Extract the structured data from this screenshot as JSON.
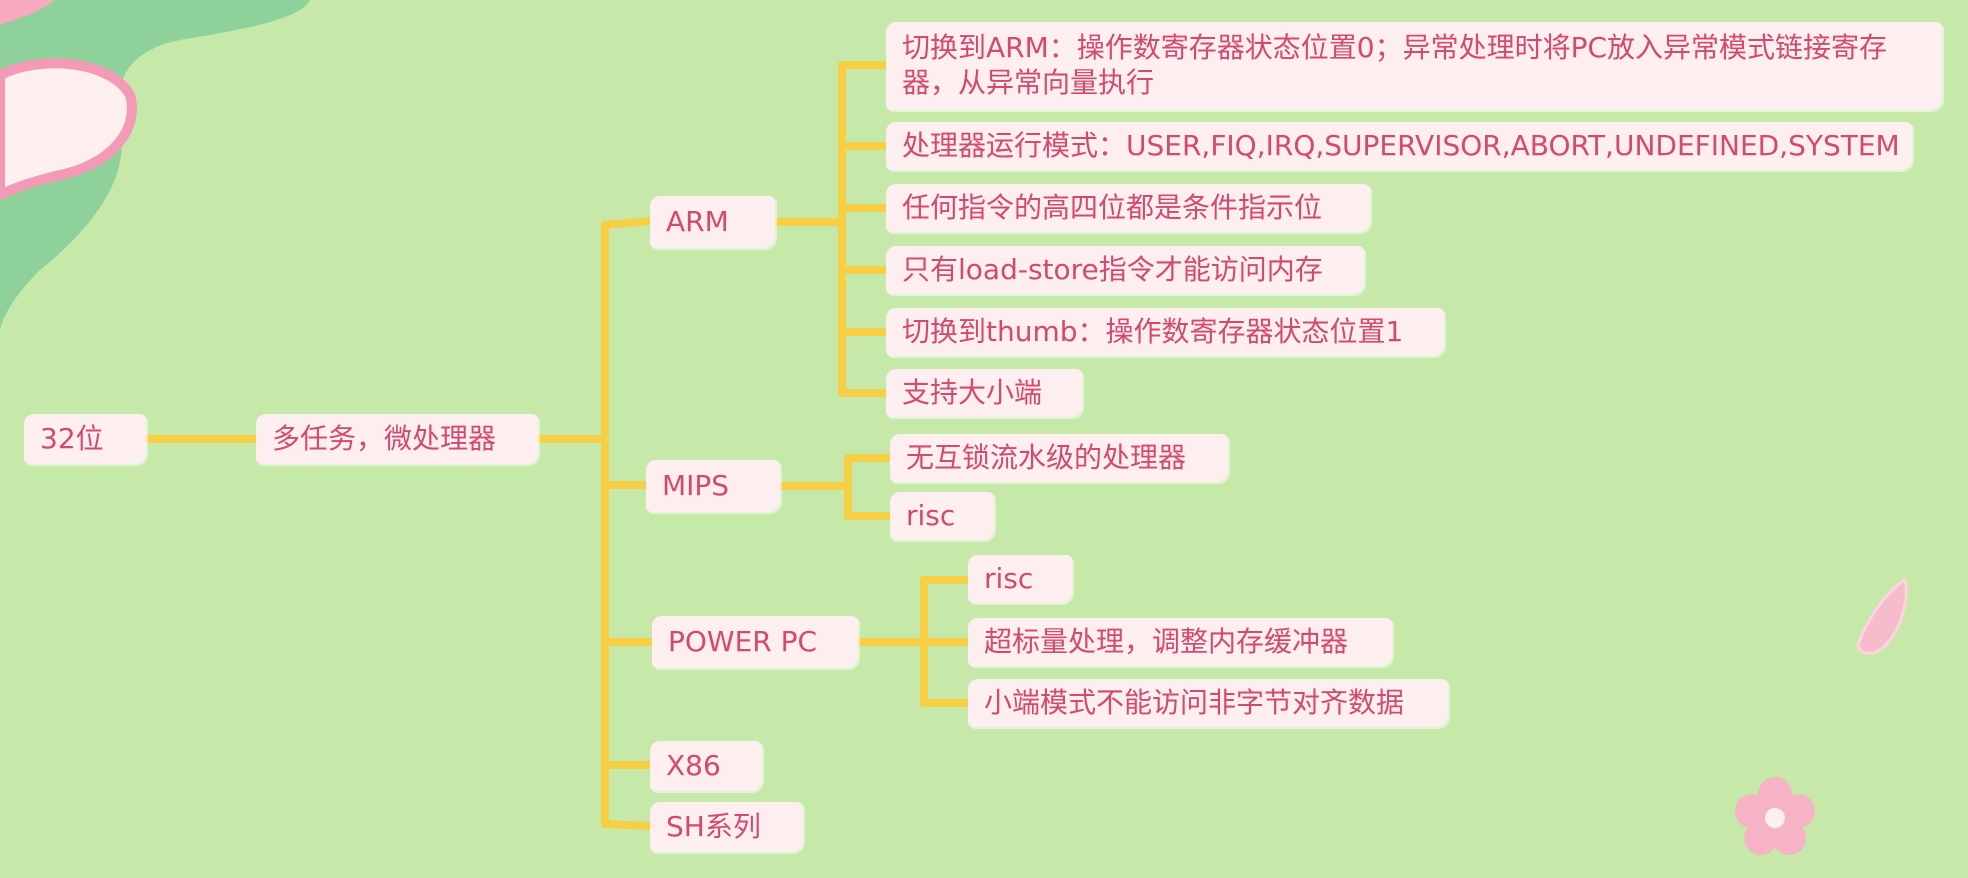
{
  "mindmap": {
    "root": "32位",
    "hub": "多任务，微处理器",
    "branches": [
      {
        "label": "ARM",
        "children": [
          "切换到ARM：操作数寄存器状态位置0；异常处理时将PC放入异常模式链接寄存器，从异常向量执行",
          "处理器运行模式：USER,FIQ,IRQ,SUPERVISOR,ABORT,UNDEFINED,SYSTEM",
          "任何指令的高四位都是条件指示位",
          "只有load-store指令才能访问内存",
          "切换到thumb：操作数寄存器状态位置1",
          "支持大小端"
        ]
      },
      {
        "label": "MIPS",
        "children": [
          "无互锁流水级的处理器",
          "risc"
        ]
      },
      {
        "label": "POWER PC",
        "children": [
          "risc",
          "超标量处理，调整内存缓冲器",
          "小端模式不能访问非字节对齐数据"
        ]
      },
      {
        "label": "X86",
        "children": []
      },
      {
        "label": "SH系列",
        "children": []
      }
    ]
  },
  "colors": {
    "background": "#c6e9a9",
    "node_fill": "#fdeef0",
    "text": "#d4496e",
    "connector": "#f7cf45",
    "blob_green": "#8fd19a",
    "petal_pink": "#f7a9bd",
    "flower": "#f6b3c6"
  },
  "decorations": [
    "green-leaf-blob",
    "pink-petal",
    "pink-flower"
  ]
}
